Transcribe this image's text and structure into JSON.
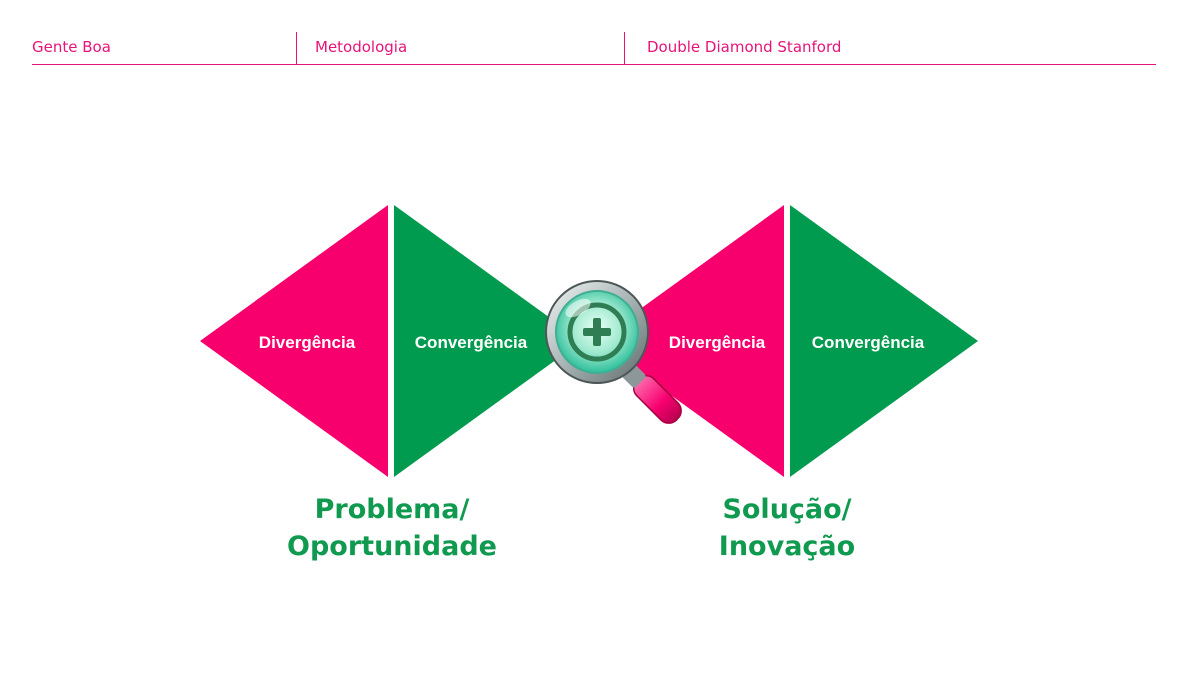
{
  "header": {
    "col1": "Gente Boa",
    "col2": "Metodologia",
    "col3": "Double Diamond Stanford"
  },
  "diagram": {
    "diamond1": {
      "left_label": "Divergência",
      "right_label": "Convergência",
      "caption_line1": "Problema/",
      "caption_line2": "Oportunidade"
    },
    "diamond2": {
      "left_label": "Divergência",
      "right_label": "Convergência",
      "caption_line1": "Solução/",
      "caption_line2": "Inovação"
    },
    "center_icon": "magnifier-plus-icon",
    "colors": {
      "divergence": "#f7006e",
      "convergence": "#009b4e",
      "caption": "#0f9a50",
      "header": "#e5147a"
    }
  }
}
